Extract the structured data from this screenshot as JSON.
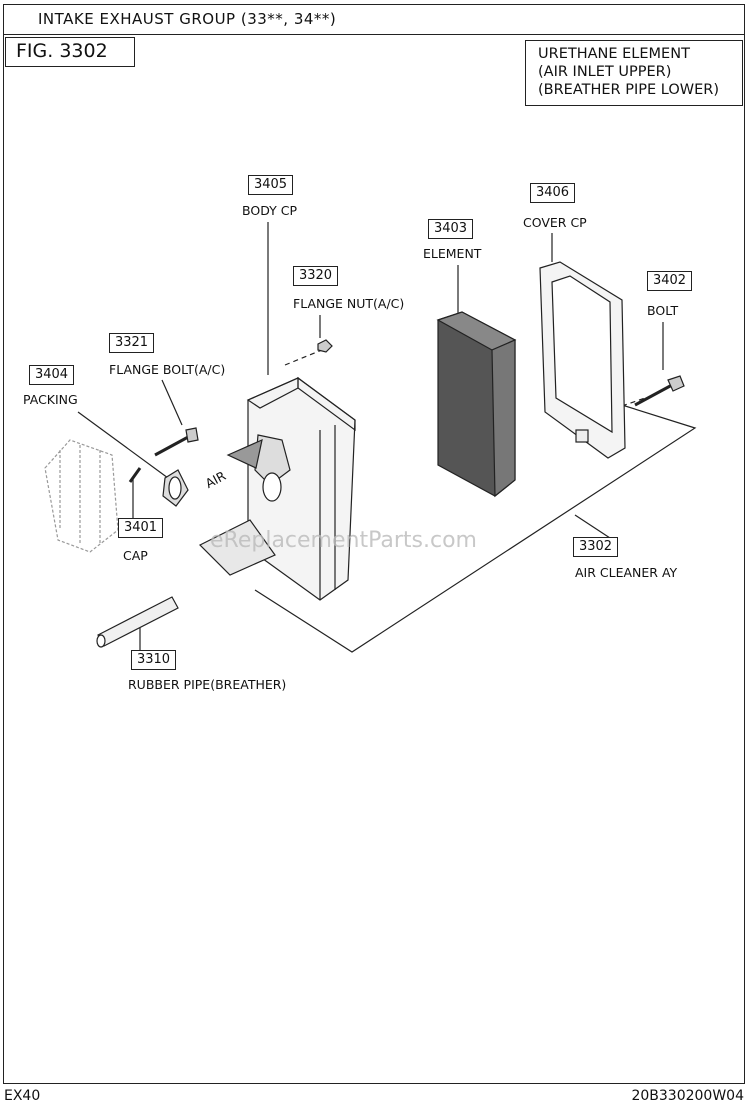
{
  "header": {
    "title": "INTAKE EXHAUST GROUP (33**, 34**)",
    "figure": "FIG. 3302"
  },
  "note": {
    "line1": "URETHANE ELEMENT",
    "line2": "(AIR INLET UPPER)",
    "line3": "(BREATHER PIPE LOWER)"
  },
  "parts": [
    {
      "number": "3405",
      "name": "BODY CP"
    },
    {
      "number": "3406",
      "name": "COVER CP"
    },
    {
      "number": "3403",
      "name": "ELEMENT"
    },
    {
      "number": "3320",
      "name": "FLANGE NUT(A/C)"
    },
    {
      "number": "3402",
      "name": "BOLT"
    },
    {
      "number": "3321",
      "name": "FLANGE BOLT(A/C)"
    },
    {
      "number": "3404",
      "name": "PACKING"
    },
    {
      "number": "3401",
      "name": "CAP"
    },
    {
      "number": "3302",
      "name": "AIR CLEANER AY"
    },
    {
      "number": "3310",
      "name": "RUBBER PIPE(BREATHER)"
    }
  ],
  "air_label": "AIR",
  "watermark": "eReplacementParts.com",
  "footer": {
    "model": "EX40",
    "code": "20B330200W04"
  }
}
